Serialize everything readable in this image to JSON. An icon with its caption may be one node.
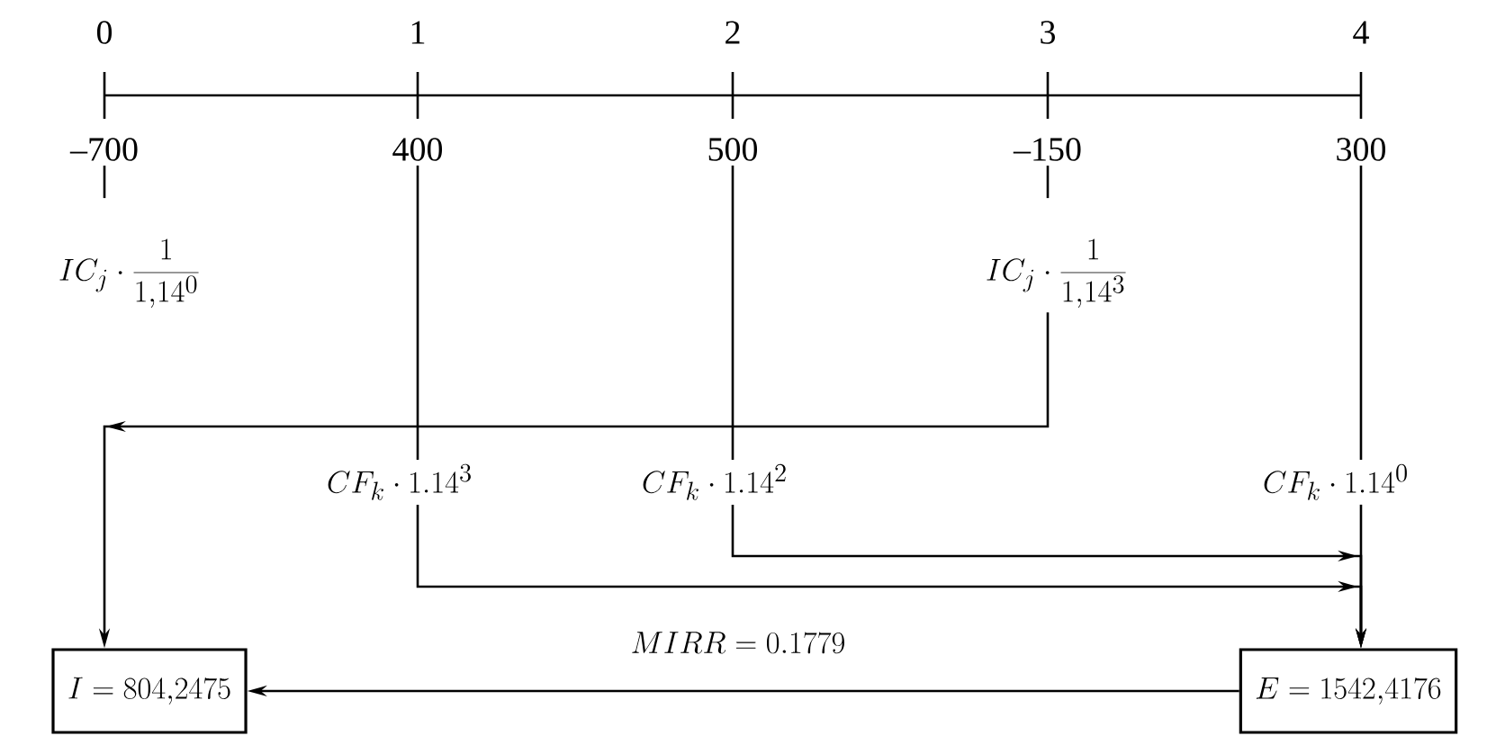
{
  "diagram": {
    "nodes": [
      {
        "text": [
          "–700"
        ]
      },
      {
        "text": [
          "400"
        ]
      },
      {
        "text": [
          "500"
        ]
      },
      {
        "text": [
          "–150"
        ]
      },
      {
        "text": [
          "300"
        ]
      },
      {
        "text": [
          "IC_j \\cdot \\frac{1}{1{,}14^0}"
        ]
      },
      {
        "text": [
          "IC_j \\cdot \\frac{1}{1{,}14^3}"
        ]
      },
      {
        "text": [
          "CF_k \\cdot 1.14^3"
        ]
      },
      {
        "text": [
          "CF_k \\cdot 1.14^2"
        ]
      },
      {
        "text": [
          "CF_k \\cdot 1.14^0"
        ]
      },
      {
        "text": [
          "I = 804{,}2475"
        ]
      },
      {
        "text": [
          "E = 1542{,}4176"
        ]
      }
    ],
    "edges": [
      {
        "from": 0,
        "to": 5,
        "arrow": "none",
        "style": "dashed"
      },
      {
        "from": 3,
        "to": 6,
        "arrow": "none",
        "style": "dashed"
      },
      {
        "from": 1,
        "to": 7,
        "arrow": "none"
      },
      {
        "from": 2,
        "to": 8,
        "arrow": "none"
      },
      {
        "from": 4,
        "to": 9,
        "arrow": "none"
      },
      {
        "from": 6,
        "to": 10,
        "arrow": "to"
      },
      {
        "from": 7,
        "to": 11,
        "arrow": "to"
      },
      {
        "from": 8,
        "to": 11,
        "arrow": "to"
      },
      {
        "from": 9,
        "to": 11,
        "arrow": "to"
      },
      {
        "from": 11,
        "to": 10,
        "arrow": "to",
        "label": "MIRR = 0.1779"
      }
    ],
    "labels": [
      "0",
      "1",
      "2",
      "3",
      "4"
    ]
  }
}
